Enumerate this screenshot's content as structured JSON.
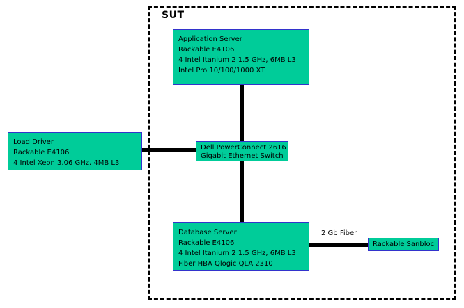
{
  "diagram": {
    "title": "SUT",
    "colors": {
      "node_fill": "#00CC99",
      "node_border": "#3333CC",
      "link": "#000000",
      "boundary": "#000000",
      "background": "#ffffff"
    }
  },
  "boundary": {
    "label": "SUT"
  },
  "nodes": {
    "app_server": {
      "name": "Application Server",
      "lines": [
        "Application Server",
        "Rackable E4106",
        "4 Intel Itanium 2 1.5 GHz, 6MB L3",
        "Intel Pro 10/100/1000 XT"
      ]
    },
    "load_driver": {
      "name": "Load Driver",
      "lines": [
        "Load Driver",
        "Rackable E4106",
        "4 Intel Xeon 3.06 GHz, 4MB L3"
      ]
    },
    "switch": {
      "name": "Dell PowerConnect 2616 Gigabit Ethernet Switch",
      "lines": [
        "Dell PowerConnect 2616",
        "Gigabit Ethernet Switch"
      ]
    },
    "database_server": {
      "name": "Database Server",
      "lines": [
        "Database Server",
        "Rackable E4106",
        "4 Intel Itanium 2 1.5 GHz, 6MB L3",
        "Fiber HBA Qlogic QLA 2310"
      ]
    },
    "storage": {
      "name": "Rackable Sanbloc",
      "lines": [
        "Rackable Sanbloc"
      ]
    }
  },
  "links": {
    "app_to_switch": {
      "label": ""
    },
    "switch_to_database": {
      "label": ""
    },
    "load_driver_to_switch": {
      "label": ""
    },
    "database_to_storage": {
      "label": "2 Gb Fiber"
    }
  }
}
